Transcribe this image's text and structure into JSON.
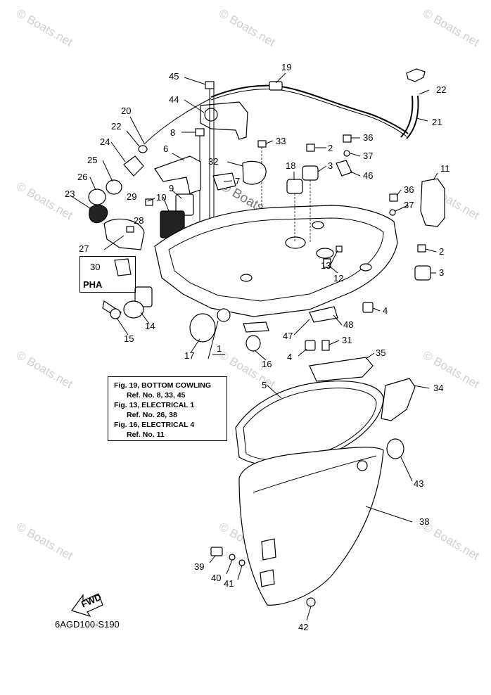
{
  "watermark": "© Boats.net",
  "diagram_code": "6AGD100-S190",
  "pha_label": "PHA",
  "fwd_label": "FWD",
  "reference_note": [
    "Fig. 19, BOTTOM COWLING",
    "Ref. No. 8, 33, 45",
    "Fig. 13, ELECTRICAL 1",
    "Ref. No. 26, 38",
    "Fig. 16, ELECTRICAL 4",
    "Ref. No. 11"
  ],
  "callouts": [
    "1",
    "2",
    "2",
    "3",
    "3",
    "4",
    "4",
    "5",
    "6",
    "7",
    "8",
    "9",
    "10",
    "11",
    "12",
    "13",
    "14",
    "15",
    "16",
    "17",
    "18",
    "19",
    "20",
    "21",
    "22",
    "22",
    "23",
    "24",
    "25",
    "26",
    "27",
    "28",
    "29",
    "30",
    "31",
    "32",
    "33",
    "34",
    "35",
    "36",
    "36",
    "37",
    "37",
    "38",
    "39",
    "40",
    "41",
    "42",
    "43",
    "44",
    "45",
    "46",
    "47",
    "48"
  ]
}
